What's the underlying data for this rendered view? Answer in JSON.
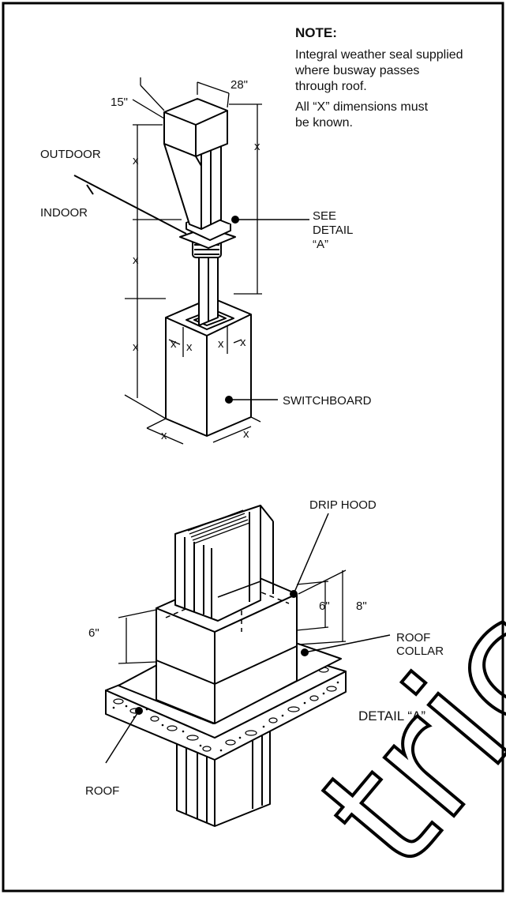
{
  "note": {
    "title": "NOTE:",
    "line1": "Integral weather seal supplied",
    "line2": "where busway passes",
    "line3": "through roof.",
    "line4": "All “X” dimensions must",
    "line5": "be known."
  },
  "top_diagram": {
    "dim_width": "28\"",
    "dim_depth": "15\"",
    "x_mark": "x",
    "outdoor": "OUTDOOR",
    "indoor": "INDOOR",
    "see_detail_1": "SEE",
    "see_detail_2": "DETAIL",
    "see_detail_3": "“A”",
    "switchboard": "SWITCHBOARD"
  },
  "detail_diagram": {
    "drip_hood": "DRIP HOOD",
    "dim_6_right": "6\"",
    "dim_8": "8\"",
    "dim_6_left": "6\"",
    "roof_collar_1": "ROOF",
    "roof_collar_2": "COLLAR",
    "roof": "ROOF",
    "detail_title": "DETAIL “A”"
  },
  "watermark": "tricalP"
}
